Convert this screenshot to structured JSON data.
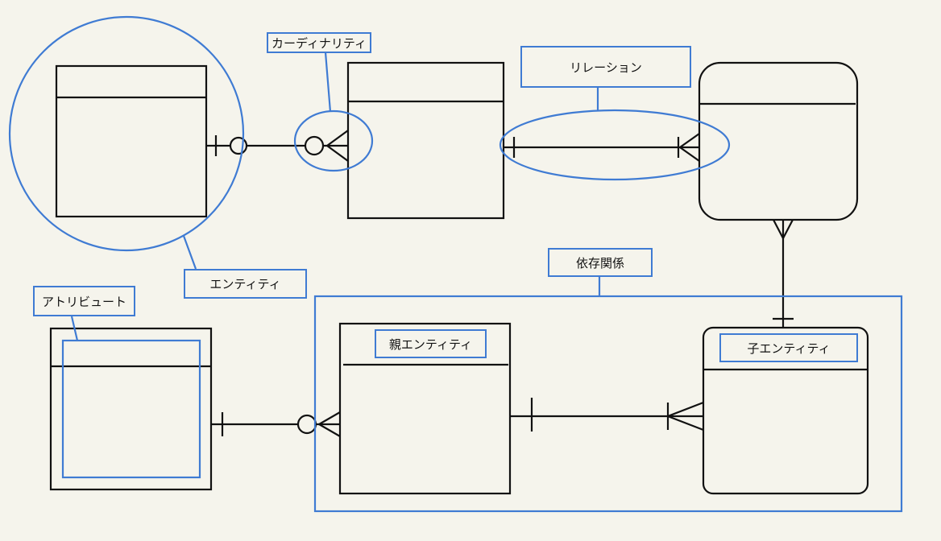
{
  "labels": {
    "cardinality": "カーディナリティ",
    "relation": "リレーション",
    "entity": "エンティティ",
    "dependency": "依存関係",
    "attribute": "アトリビュート",
    "parent_entity": "親エンティティ",
    "child_entity": "子エンティティ"
  },
  "colors": {
    "background": "#f5f4ec",
    "annotation": "#3f7bd3",
    "stroke": "#111111"
  }
}
